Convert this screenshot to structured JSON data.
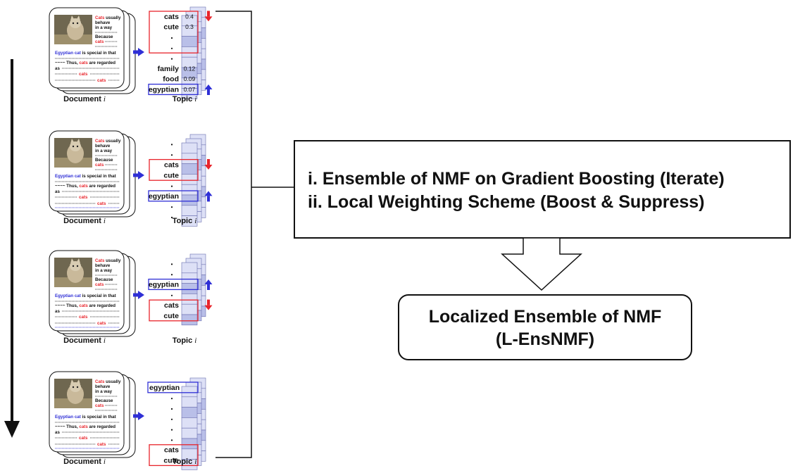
{
  "colors": {
    "red": "#e8242b",
    "blue": "#2f2fd6",
    "cell": "#dde0f6",
    "cell_dark": "#b9bfe8",
    "stroke": "#111111",
    "photo": "#8a7a5e"
  },
  "document_text": {
    "line1a": "Cats",
    "line1b": " usually",
    "line2": "behave",
    "line3": "in a way",
    "line4": "Because",
    "line5": "cats",
    "line6a": "Egyptian cat",
    "line6b": " is special in that",
    "line7a": "~~~~ Thus, ",
    "line7b": "cats",
    "line7c": " are regarded",
    "line8": "as",
    "line9": "cats",
    "line10": "cats"
  },
  "panels": [
    {
      "doc_caption": "Document",
      "doc_caption_var": "i",
      "topic_caption": "Topic",
      "topic_caption_var": "i",
      "rows": [
        {
          "word": "cats",
          "value": "0.4",
          "box": "red"
        },
        {
          "word": "cute",
          "value": "0.3",
          "box": "red"
        },
        {
          "word": "",
          "value": "",
          "dot": true,
          "box": "red"
        },
        {
          "word": "",
          "value": "",
          "dot": true,
          "box": "red"
        },
        {
          "word": "",
          "value": "",
          "dot": true
        },
        {
          "word": "family",
          "value": "0.12"
        },
        {
          "word": "food",
          "value": "0.09"
        },
        {
          "word": "egyptian",
          "value": "0.07",
          "box": "blue"
        }
      ],
      "arrows": [
        {
          "dir": "down",
          "color": "red",
          "row": 0
        },
        {
          "dir": "up",
          "color": "blue",
          "row": 7
        }
      ]
    },
    {
      "doc_caption": "Document",
      "doc_caption_var": "i",
      "topic_caption": "Topic",
      "topic_caption_var": "i",
      "rows": [
        {
          "word": "",
          "dot": true
        },
        {
          "word": "",
          "dot": true
        },
        {
          "word": "cats",
          "box": "red"
        },
        {
          "word": "cute",
          "box": "red"
        },
        {
          "word": "",
          "dot": true
        },
        {
          "word": "egyptian",
          "box": "blue"
        },
        {
          "word": "",
          "dot": true
        },
        {
          "word": "",
          "dot": true
        }
      ],
      "arrows": [
        {
          "dir": "down",
          "color": "red",
          "row": 2
        },
        {
          "dir": "up",
          "color": "blue",
          "row": 5
        }
      ]
    },
    {
      "doc_caption": "Document",
      "doc_caption_var": "i",
      "topic_caption": "Topic",
      "topic_caption_var": "i",
      "rows": [
        {
          "word": "",
          "dot": true
        },
        {
          "word": "",
          "dot": true
        },
        {
          "word": "egyptian",
          "box": "blue"
        },
        {
          "word": "",
          "dot": true
        },
        {
          "word": "cats",
          "box": "red"
        },
        {
          "word": "cute",
          "box": "red"
        }
      ],
      "arrows": [
        {
          "dir": "up",
          "color": "blue",
          "row": 2
        },
        {
          "dir": "down",
          "color": "red",
          "row": 4
        }
      ]
    },
    {
      "doc_caption": "Document",
      "doc_caption_var": "i",
      "topic_caption": "Topic",
      "topic_caption_var": "i",
      "rows": [
        {
          "word": "egyptian",
          "box": "blue"
        },
        {
          "word": "",
          "dot": true
        },
        {
          "word": "",
          "dot": true
        },
        {
          "word": "",
          "dot": true
        },
        {
          "word": "",
          "dot": true
        },
        {
          "word": "",
          "dot": true
        },
        {
          "word": "cats",
          "box": "red"
        },
        {
          "word": "cute",
          "box": "red"
        }
      ],
      "arrows": []
    }
  ],
  "method_box": {
    "line1": "i. Ensemble of NMF on Gradient Boosting (Iterate)",
    "line2": "ii. Local Weighting Scheme (Boost & Suppress)"
  },
  "result_box": {
    "line1": "Localized Ensemble of NMF",
    "line2": "(L-EnsNMF)"
  }
}
